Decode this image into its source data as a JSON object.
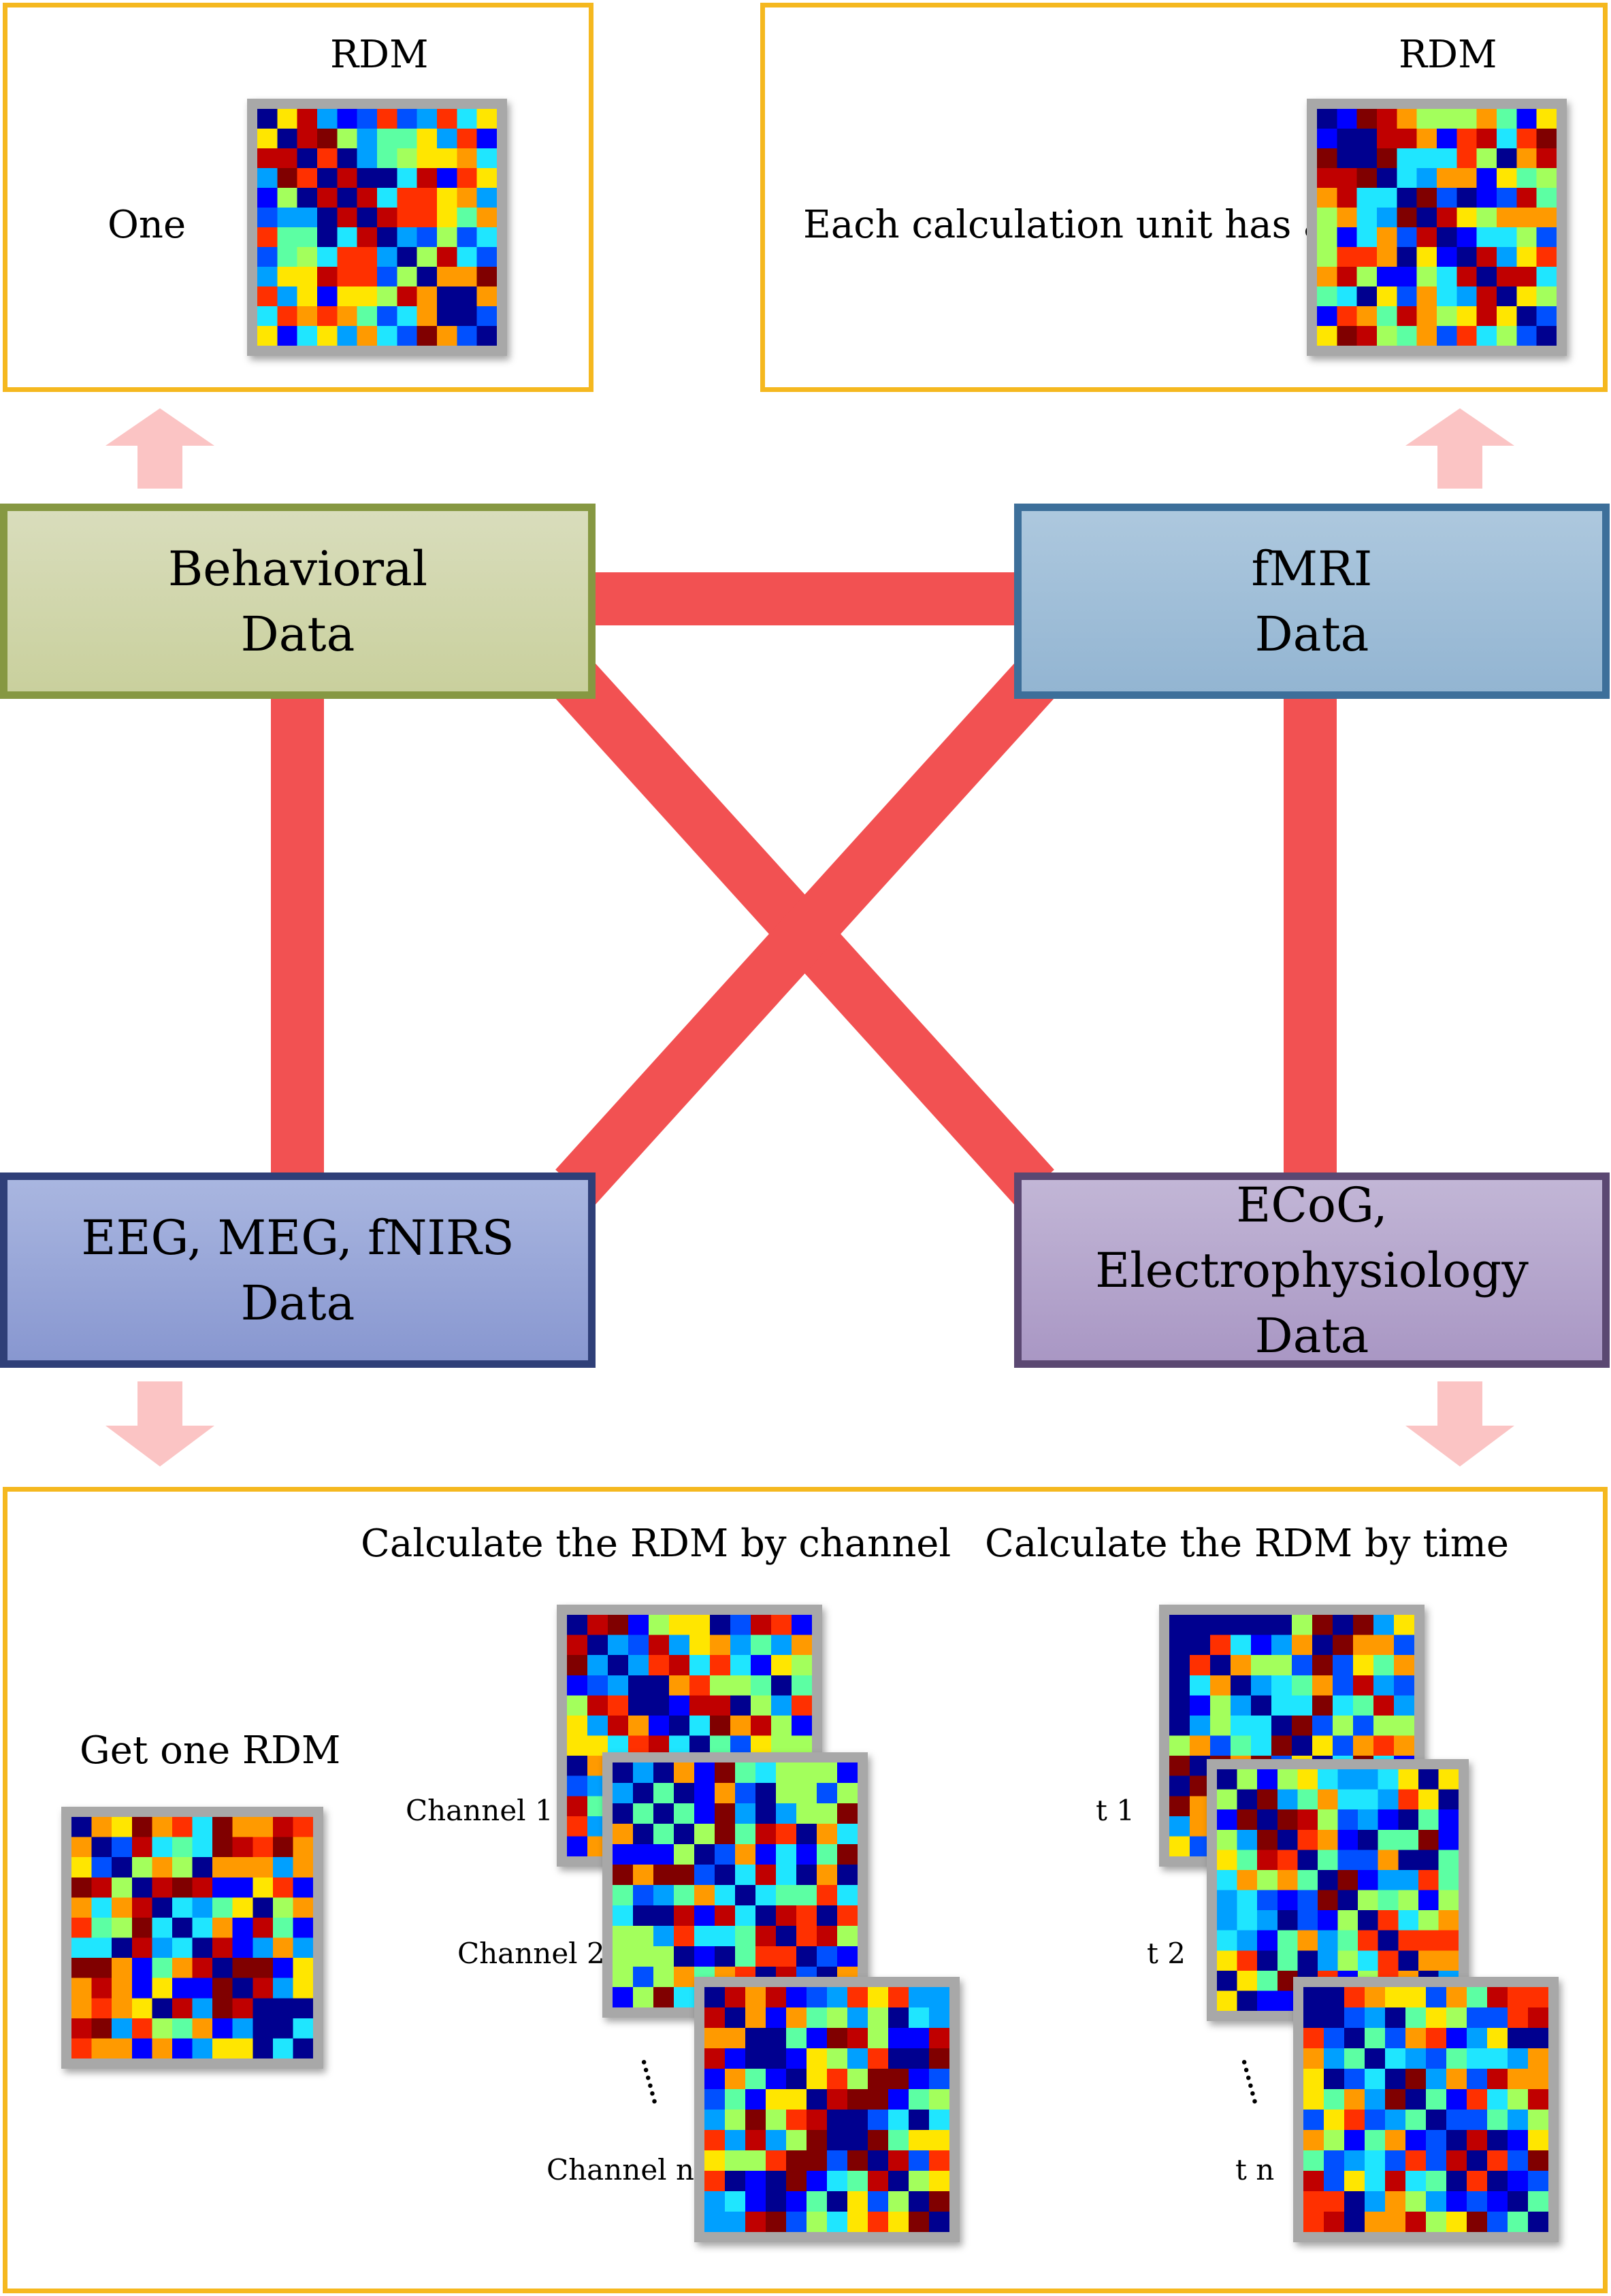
{
  "top_left": {
    "title": "RDM",
    "label": "One"
  },
  "top_right": {
    "title": "RDM",
    "label": "Each calculation unit has a"
  },
  "boxes": {
    "behavioral": [
      "Behavioral",
      "Data"
    ],
    "fmri": [
      "fMRI",
      "Data"
    ],
    "eeg": [
      "EEG, MEG, fNIRS",
      "Data"
    ],
    "ecog": [
      "ECoG, Electrophysiology",
      "Data"
    ]
  },
  "bottom": {
    "single": "Get one RDM",
    "by_channel": "Calculate the RDM by channel",
    "by_time": "Calculate the RDM by time",
    "channel_labels": [
      "Channel 1",
      "Channel 2",
      "Channel n"
    ],
    "time_labels": [
      "t 1",
      "t 2",
      "t n"
    ],
    "ellipsis": "......"
  },
  "colors": {
    "panel_border": "#f5b81f",
    "link": "#f25152",
    "arrow": "#fbc4c4",
    "behavioral": "#c9d09d",
    "fmri": "#93b5d2",
    "eeg": "#8897d0",
    "ecog": "#a997c4"
  },
  "icons": [
    "rdm-matrix-icon",
    "arrow-up-icon",
    "arrow-down-icon"
  ]
}
